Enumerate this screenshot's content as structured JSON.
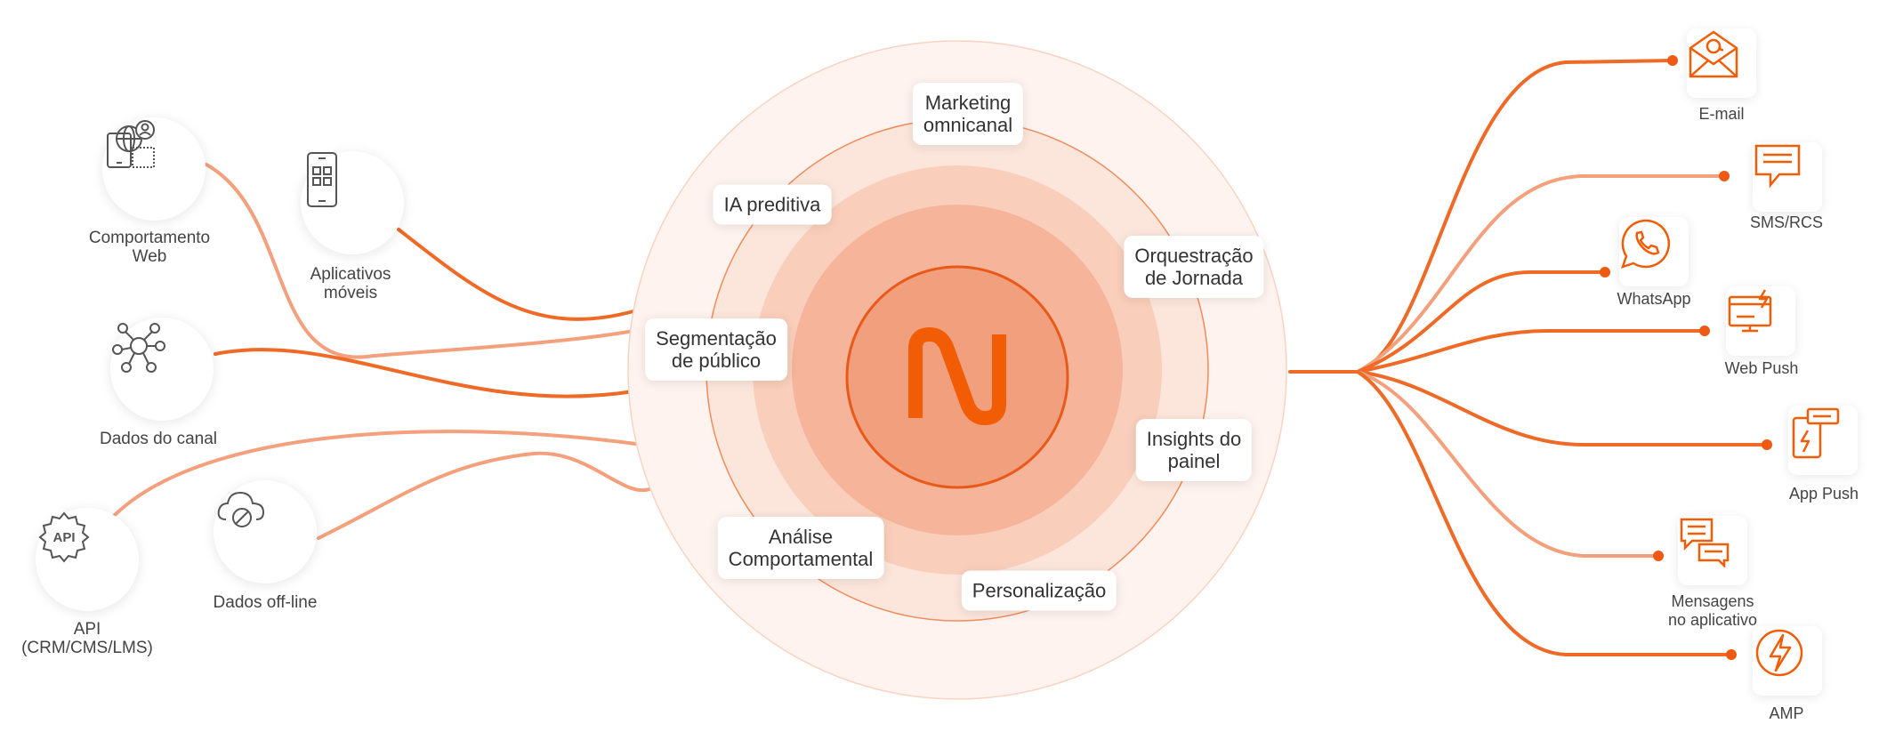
{
  "colors": {
    "accent": "#F25C05",
    "line_dark": "#EE6A26",
    "line_light": "#F4A07C",
    "ring_outer": "#FEF3EE",
    "ring_2": "#FCE6DB",
    "ring_3": "#F9CFBB",
    "ring_4": "#F6B49A",
    "ring_core": "#F19F7D"
  },
  "sources": [
    {
      "id": "web",
      "label": "Comportamento\nWeb",
      "icon": "web-behavior-icon"
    },
    {
      "id": "apps",
      "label": "Aplicativos\nmóveis",
      "icon": "mobile-app-icon"
    },
    {
      "id": "channel",
      "label": "Dados do canal",
      "icon": "network-hub-icon"
    },
    {
      "id": "api",
      "label": "API\n(CRM/CMS/LMS)",
      "icon": "api-gear-icon"
    },
    {
      "id": "offline",
      "label": "Dados off-line",
      "icon": "cloud-offline-icon"
    }
  ],
  "features": {
    "marketing": "Marketing\nomnicanal",
    "ia": "IA preditiva",
    "orquestracao": "Orquestração\nde Jornada",
    "segmentacao": "Segmentação\nde público",
    "insights": "Insights do\npainel",
    "analise": "Análise\nComportamental",
    "personalizacao": "Personalização"
  },
  "center": {
    "logo": "netcore-logo-icon"
  },
  "channels": [
    {
      "id": "email",
      "label": "E-mail",
      "icon": "email-icon"
    },
    {
      "id": "sms",
      "label": "SMS/RCS",
      "icon": "sms-icon"
    },
    {
      "id": "whatsapp",
      "label": "WhatsApp",
      "icon": "whatsapp-icon"
    },
    {
      "id": "webpush",
      "label": "Web Push",
      "icon": "web-push-icon"
    },
    {
      "id": "apppush",
      "label": "App Push",
      "icon": "app-push-icon"
    },
    {
      "id": "inapp",
      "label": "Mensagens\nno aplicativo",
      "icon": "in-app-message-icon"
    },
    {
      "id": "amp",
      "label": "AMP",
      "icon": "amp-icon"
    }
  ]
}
